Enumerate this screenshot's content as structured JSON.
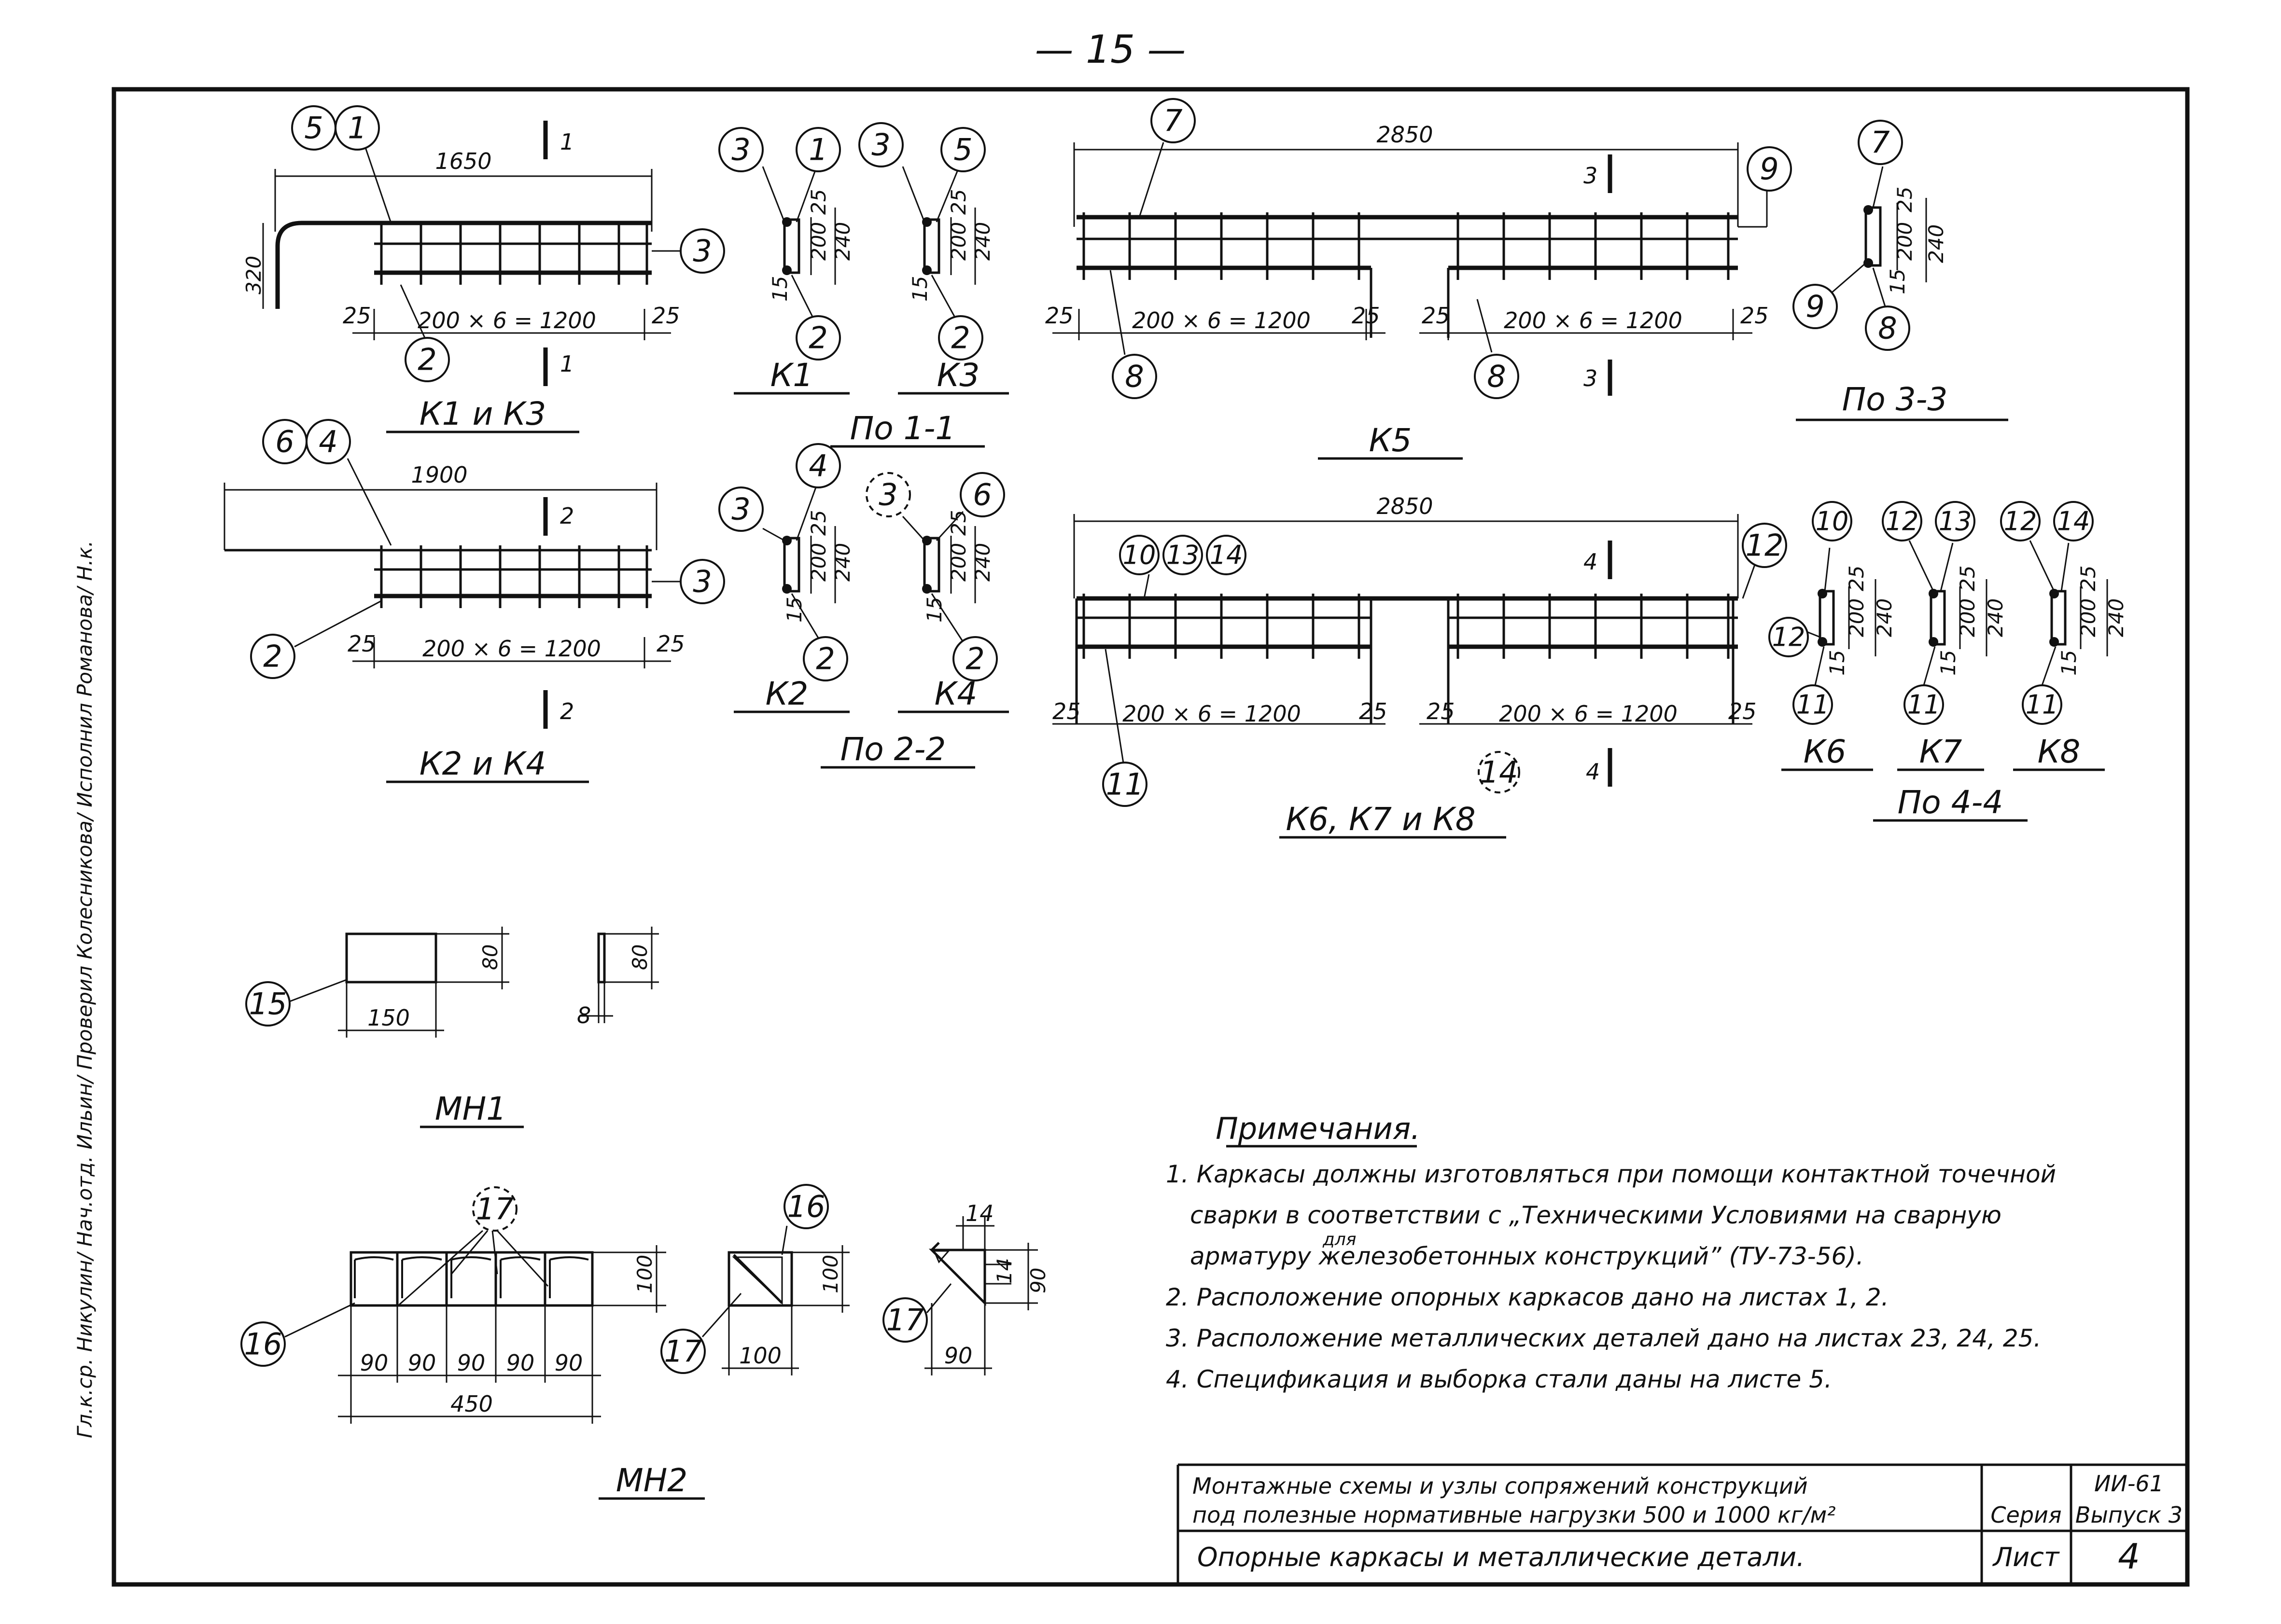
{
  "page_number": "— 15 —",
  "side_stamp": "Гл.к.ср. Никулин/ Нач.отд. Ильин/ Проверил Колесникова/ Исполнил Романова/ Н.к.",
  "views": {
    "k1_k3": {
      "title": "К1 и К3",
      "section_num": "1",
      "len_total": "1650",
      "hook": "320",
      "end_l": "25",
      "end_r": "25",
      "spacing": "200 × 6 = 1200",
      "marks": [
        "5",
        "1",
        "3",
        "2"
      ]
    },
    "k2_k4": {
      "title": "К2 и К4",
      "section_num": "2",
      "len_total": "1900",
      "end_l": "25",
      "end_r": "25",
      "spacing": "200 × 6 = 1200",
      "marks": [
        "6",
        "4",
        "3",
        "2"
      ]
    },
    "k5": {
      "title": "К5",
      "section_num": "3",
      "len_total": "2850",
      "end_1": "25",
      "end_2": "25",
      "end_3": "25",
      "end_4": "25",
      "spacing_1": "200 × 6 = 1200",
      "spacing_2": "200 × 6 = 1200",
      "marks": [
        "7",
        "9",
        "8",
        "8"
      ]
    },
    "k678": {
      "title": "К6, К7 и К8",
      "section_num": "4",
      "len_total": "2850",
      "end_1": "25",
      "end_2": "25",
      "end_3": "25",
      "end_4": "25",
      "spacing_1": "200 × 6 = 1200",
      "spacing_2": "200 × 6 = 1200",
      "marks": [
        "10",
        "13",
        "14",
        "12",
        "11",
        "14"
      ]
    }
  },
  "sections": {
    "s11": {
      "title": "По 1-1",
      "k1": "К1",
      "k3": "К3",
      "top": "25",
      "mid": "200",
      "bot": "15",
      "total": "240",
      "k1_marks": [
        "3",
        "1",
        "2"
      ],
      "k3_marks": [
        "3",
        "5",
        "2"
      ]
    },
    "s22": {
      "title": "По 2-2",
      "k2": "К2",
      "k4": "К4",
      "top": "25",
      "mid": "200",
      "bot": "15",
      "total": "240",
      "k2_marks": [
        "3",
        "4",
        "2"
      ],
      "k4_marks": [
        "3",
        "6",
        "2"
      ]
    },
    "s33": {
      "title": "По 3-3",
      "top": "25",
      "mid": "200",
      "bot": "15",
      "total": "240",
      "marks": [
        "7",
        "9",
        "8"
      ]
    },
    "s44": {
      "title": "По 4-4",
      "k6": "К6",
      "k7": "К7",
      "k8": "К8",
      "top": "25",
      "mid": "200",
      "bot": "15",
      "total": "240",
      "k6_marks": [
        "10",
        "12",
        "11"
      ],
      "k7_marks": [
        "12",
        "13",
        "11"
      ],
      "k8_marks": [
        "12",
        "14",
        "11"
      ]
    }
  },
  "mn1": {
    "title": "МН1",
    "mark": "15",
    "width": "150",
    "height": "80",
    "thick": "8"
  },
  "mn2": {
    "title": "МН2",
    "mark_plate": "16",
    "mark_stiff": "17",
    "seg": "90",
    "total": "450",
    "height": "100",
    "side_w": "100",
    "stiff_w": "90",
    "stiff_h": "90",
    "stiff_t": "14"
  },
  "notes": {
    "heading": "Примечания.",
    "n1a": "1. Каркасы должны изготовляться при помощи контактной точечной",
    "n1b": "сварки в соответствии с „Техническими Условиями на сварную",
    "n1_sup": "для",
    "n1c": "арматуру железобетонных конструкций” (ТУ-73-56).",
    "n2": "2. Расположение опорных каркасов дано на листах 1, 2.",
    "n3": "3. Расположение металлических деталей дано на листах 23, 24, 25.",
    "n4": "4. Спецификация и выборка стали даны на листе 5."
  },
  "title_block": {
    "desc1": "Монтажные схемы и узлы сопряжений конструкций",
    "desc2": "под полезные нормативные нагрузки 500 и 1000 кг/м²",
    "series_label": "Серия",
    "series_value": "ИИ-61",
    "issue": "Выпуск 3",
    "sheet_title": "Опорные каркасы и металлические детали.",
    "sheet_label": "Лист",
    "sheet_number": "4"
  }
}
